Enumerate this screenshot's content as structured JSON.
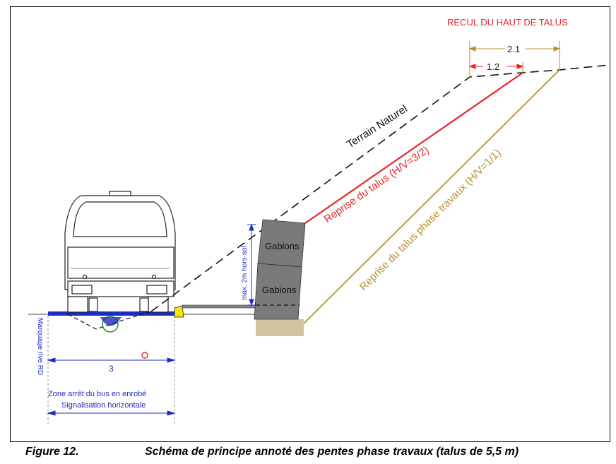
{
  "title_top": "RECUL DU HAUT DE TALUS",
  "dim_outer": "2.1",
  "dim_inner": "1.2",
  "terrain_label": "Terrain Naturel",
  "slope_red_label": "Reprise du talus (H/V=3/2)",
  "slope_gold_label": "Reprise du talus phase travaux (H/V=1/1)",
  "gabion_labels": [
    "Gabions",
    "Gabions"
  ],
  "height_label": "max. 2m hors-sol",
  "marking_label": "Marquage rive RD",
  "width_value": "3",
  "zone_line1": "Zone arrêt du bus en enrobé",
  "zone_line2": "Signalisation horizontale",
  "caption": {
    "label": "Figure 12.",
    "text": "Schéma de principe annoté des pentes phase travaux (talus de 5,5 m)"
  },
  "colors": {
    "red": "#e8262b",
    "gold": "#b8902c",
    "blue": "#1c2cc4",
    "gabion": "#777777",
    "base": "#d2c2a0",
    "yellow": "#f2e600"
  }
}
